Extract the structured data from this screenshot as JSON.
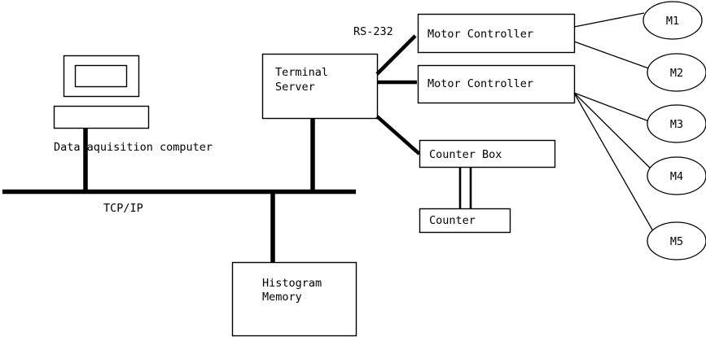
{
  "diagram": {
    "title": "Data acquisition system block diagram",
    "background_color": "#ffffff",
    "line_color": "#000000",
    "nodes": {
      "computer": {
        "label": "Data aquisition computer",
        "icon": "desktop-computer-icon"
      },
      "terminal_server": {
        "line1": "Terminal",
        "line2": "Server"
      },
      "motor_controller_1": {
        "label": "Motor Controller"
      },
      "motor_controller_2": {
        "label": "Motor Controller"
      },
      "counter_box": {
        "label": "Counter Box"
      },
      "counter": {
        "label": "Counter"
      },
      "histogram_memory": {
        "line1": "Histogram",
        "line2": "Memory"
      },
      "motors": [
        {
          "label": "M1"
        },
        {
          "label": "M2"
        },
        {
          "label": "M3"
        },
        {
          "label": "M4"
        },
        {
          "label": "M5"
        }
      ]
    },
    "edges": {
      "bus_label": "TCP/IP",
      "serial_label": "RS-232"
    }
  }
}
